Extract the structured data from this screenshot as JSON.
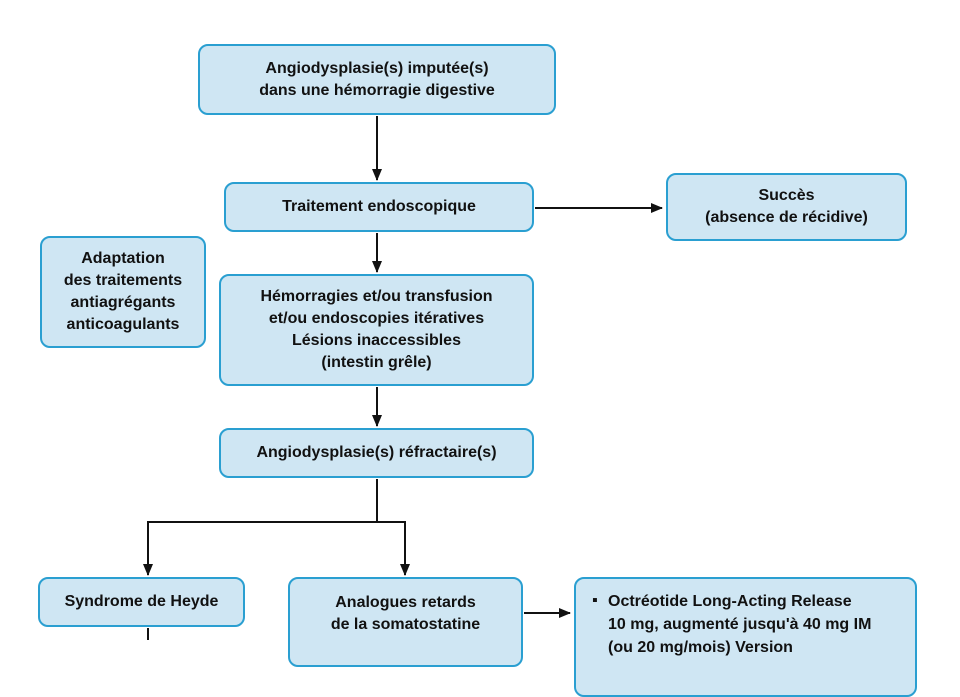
{
  "diagram": {
    "angiodysplasie_imputee": [
      "Angiodysplasie(s) imputée(s)",
      "dans une hémorragie digestive"
    ],
    "traitement_endoscopique": "Traitement endoscopique",
    "succes": [
      "Succès",
      "(absence de récidive)"
    ],
    "adaptation": [
      "Adaptation",
      "des traitements",
      "antiagrégants",
      "anticoagulants"
    ],
    "hemorragies": [
      "Hémorragies et/ou transfusion",
      "et/ou endoscopies itératives",
      "Lésions inaccessibles",
      "(intestin grêle)"
    ],
    "refractaire": "Angiodysplasie(s) réfractaire(s)",
    "heyde": "Syndrome de Heyde",
    "analogues": [
      "Analogues retards",
      "de la somatostatine"
    ],
    "octreotide": {
      "bullet": "▪",
      "lines": [
        "Octréotide Long-Acting Release",
        "10 mg, augmenté jusqu'à 40 mg IM",
        "(ou 20 mg/mois) Version"
      ]
    }
  },
  "colors": {
    "box_fill": "#cfe6f3",
    "box_border": "#2a9fd1",
    "arrow": "#111111"
  }
}
